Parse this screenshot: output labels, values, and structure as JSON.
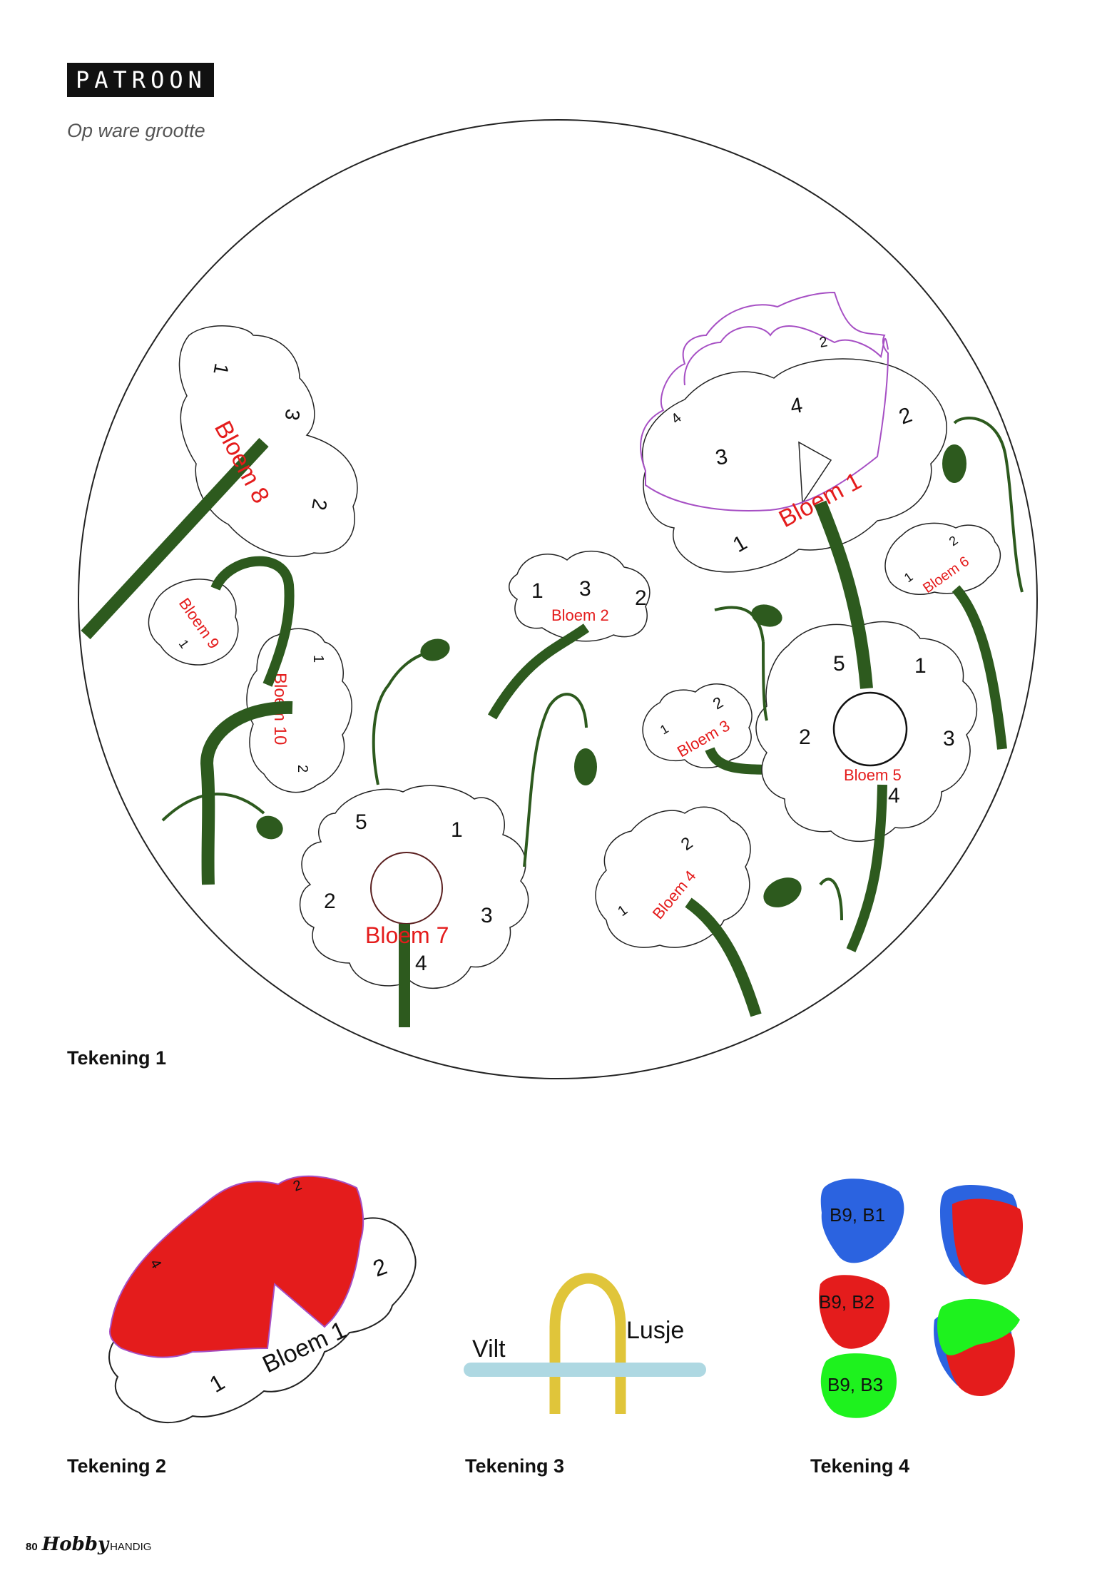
{
  "header": {
    "title": "PATROON",
    "subtitle": "Op ware grootte"
  },
  "drawing1": {
    "caption": "Tekening 1",
    "flowers": {
      "b1": {
        "label": "Bloem 1",
        "n1": "1",
        "n2": "2",
        "n3": "3",
        "n4": "4",
        "p2": "2",
        "p4": "4"
      },
      "b2": {
        "label": "Bloem 2",
        "n1": "1",
        "n2": "2",
        "n3": "3"
      },
      "b3": {
        "label": "Bloem 3",
        "n1": "1",
        "n2": "2"
      },
      "b4": {
        "label": "Bloem 4",
        "n1": "1",
        "n2": "2"
      },
      "b5": {
        "label": "Bloem 5",
        "n1": "1",
        "n2": "2",
        "n3": "3",
        "n4": "4",
        "n5": "5"
      },
      "b6": {
        "label": "Bloem 6",
        "n1": "1",
        "n2": "2"
      },
      "b7": {
        "label": "Bloem 7",
        "n1": "1",
        "n2": "2",
        "n3": "3",
        "n4": "4",
        "n5": "5"
      },
      "b8": {
        "label": "Bloem 8",
        "n1": "1",
        "n2": "2",
        "n3": "3"
      },
      "b9": {
        "label": "Bloem 9",
        "n1": "1"
      },
      "b10": {
        "label": "Bloem 10",
        "n1": "1",
        "n2": "2"
      }
    }
  },
  "drawing2": {
    "caption": "Tekening 2",
    "label": "Bloem 1",
    "n1": "1",
    "n2": "2",
    "p2": "2",
    "p4": "4"
  },
  "drawing3": {
    "caption": "Tekening 3",
    "felt_label": "Vilt",
    "loop_label": "Lusje"
  },
  "drawing4": {
    "caption": "Tekening 4",
    "blue_label": "B9, B1",
    "red_label": "B9, B2",
    "green_label": "B9, B3"
  },
  "colors": {
    "red": "#e41c1c",
    "stem_green": "#2d5a1e",
    "blue": "#2b63e0",
    "green": "#1ef21e",
    "yellow": "#e0c53a",
    "felt_blue": "#aed8e2",
    "outline_purple": "#a64fc4"
  },
  "footer": {
    "page_number": "80",
    "brand": "Hobby",
    "brand_sub": "HANDIG"
  }
}
